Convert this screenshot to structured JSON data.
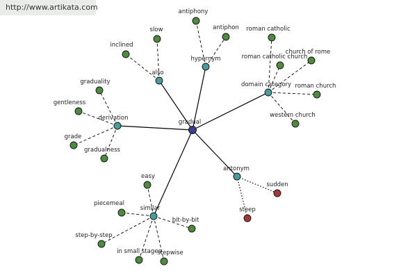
{
  "watermark": "http://www.artikata.com",
  "colors": {
    "center": "#3b3f8c",
    "relation": "#4a9c9c",
    "word": "#4f8a3f",
    "antonym_word": "#a33a3a"
  },
  "center": {
    "id": "gradual",
    "label": "gradual"
  },
  "relations": [
    {
      "id": "also",
      "label": "also"
    },
    {
      "id": "hypernym",
      "label": "hypernym"
    },
    {
      "id": "domain-category",
      "label": "domain category"
    },
    {
      "id": "derivation",
      "label": "derivation"
    },
    {
      "id": "antonym",
      "label": "antonym"
    },
    {
      "id": "similar",
      "label": "similar"
    }
  ],
  "words": [
    {
      "id": "inclined",
      "label": "inclined",
      "relation": "also"
    },
    {
      "id": "slow",
      "label": "slow",
      "relation": "also"
    },
    {
      "id": "antiphony",
      "label": "antiphony",
      "relation": "hypernym"
    },
    {
      "id": "antiphon",
      "label": "antiphon",
      "relation": "hypernym"
    },
    {
      "id": "roman-catholic",
      "label": "roman catholic",
      "relation": "domain-category"
    },
    {
      "id": "roman-catholic-church",
      "label": "roman catholic church",
      "relation": "domain-category"
    },
    {
      "id": "church-of-rome",
      "label": "church of rome",
      "relation": "domain-category"
    },
    {
      "id": "roman-church",
      "label": "roman church",
      "relation": "domain-category"
    },
    {
      "id": "western-church",
      "label": "western church",
      "relation": "domain-category"
    },
    {
      "id": "graduality",
      "label": "graduality",
      "relation": "derivation"
    },
    {
      "id": "gentleness",
      "label": "gentleness",
      "relation": "derivation"
    },
    {
      "id": "grade",
      "label": "grade",
      "relation": "derivation"
    },
    {
      "id": "gradualness",
      "label": "gradualness",
      "relation": "derivation"
    },
    {
      "id": "sudden",
      "label": "sudden",
      "relation": "antonym"
    },
    {
      "id": "steep",
      "label": "steep",
      "relation": "antonym"
    },
    {
      "id": "easy",
      "label": "easy",
      "relation": "similar"
    },
    {
      "id": "piecemeal",
      "label": "piecemeal",
      "relation": "similar"
    },
    {
      "id": "bit-by-bit",
      "label": "bit-by-bit",
      "relation": "similar"
    },
    {
      "id": "step-by-step",
      "label": "step-by-step",
      "relation": "similar"
    },
    {
      "id": "in-small-stages",
      "label": "in small stages",
      "relation": "similar"
    },
    {
      "id": "stepwise",
      "label": "stepwise",
      "relation": "similar"
    }
  ]
}
